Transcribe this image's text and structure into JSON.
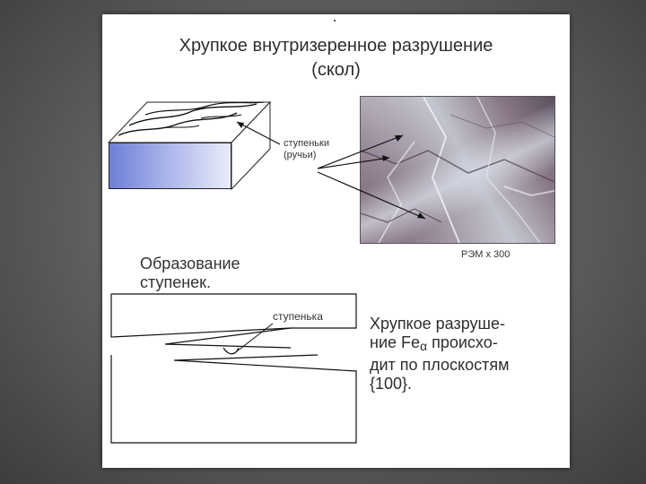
{
  "slide": {
    "title": "Хрупкое внутризеренное разрушение\n(скол)",
    "steps_label": "ступеньки\n(ручьи)",
    "sem_caption": "РЭМ х 300",
    "formation_label": "Образование\n     ступенек.",
    "step_label": "ступенька",
    "note_part1": "Хрупкое разруше-\nние Fe",
    "note_alpha": "α",
    "note_part2": " происхо-\nдит по плоскостям\n{100}."
  },
  "colors": {
    "background": "#5c5c5c",
    "slide": "#ffffff",
    "block_face": "#8a96e0"
  }
}
